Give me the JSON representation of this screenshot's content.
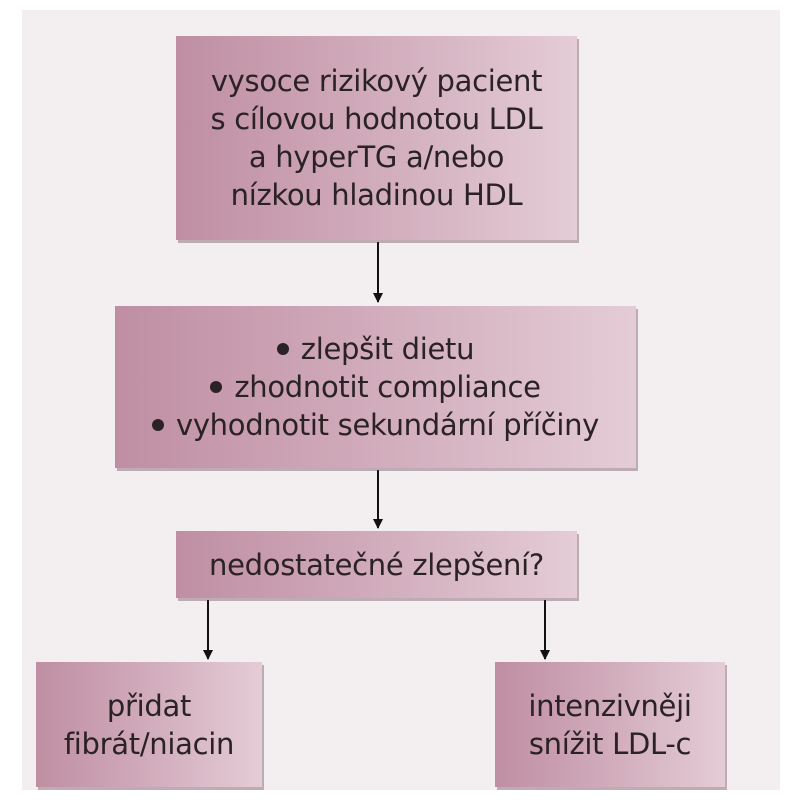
{
  "diagram": {
    "nodes": {
      "high_risk_patient": {
        "lines": [
          "vysoce rizikový pacient",
          "s cílovou hodnotou LDL",
          "a hyperTG a/nebo",
          "nízkou hladinou HDL"
        ]
      },
      "lifestyle_steps": {
        "items": [
          "zlepšit dietu",
          "zhodnotit compliance",
          "vyhodnotit sekundární příčiny"
        ]
      },
      "insufficient_improvement": {
        "label": "nedostatečné zlepšení?"
      },
      "add_fibrate": {
        "lines": [
          "přidat",
          "fibrát/niacin"
        ]
      },
      "lower_ldl": {
        "lines": [
          "intenzivněji",
          "snížit LDL-c"
        ]
      }
    },
    "colors": {
      "box_gradient_start": "#bf8ea2",
      "box_gradient_end": "#e4ccd6",
      "panel_background": "#f3eff0",
      "arrow": "#111111",
      "text": "#2a2224"
    }
  }
}
